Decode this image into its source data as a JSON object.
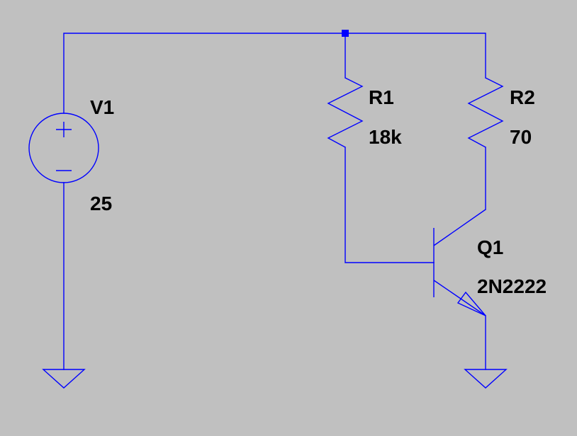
{
  "schematic": {
    "background": "#c0c0c0",
    "wire_color": "#0000ff",
    "text_color": "#000000",
    "components": {
      "v1": {
        "name": "V1",
        "value": "25"
      },
      "r1": {
        "name": "R1",
        "value": "18k"
      },
      "r2": {
        "name": "R2",
        "value": "70"
      },
      "q1": {
        "name": "Q1",
        "value": "2N2222"
      }
    }
  }
}
